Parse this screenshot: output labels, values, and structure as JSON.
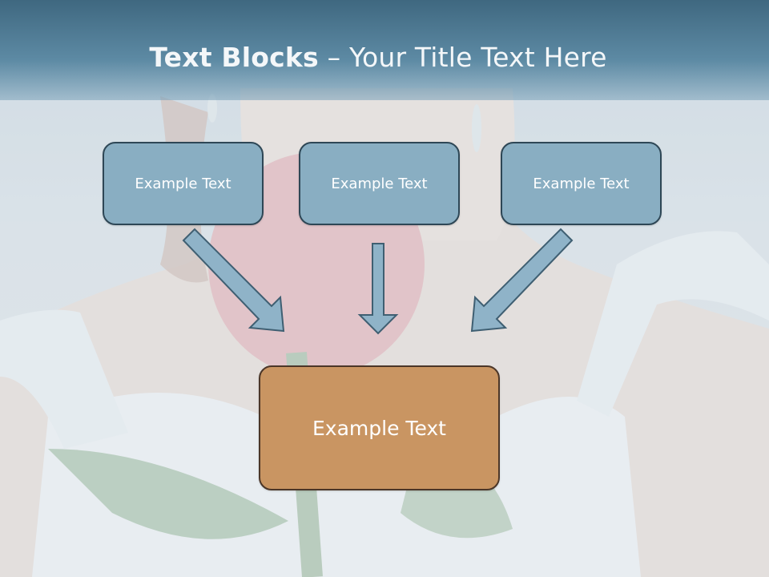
{
  "slide": {
    "title_bold": "Text Blocks",
    "title_rest": " – Your Title Text Here",
    "boxes": [
      {
        "label": "Example Text"
      },
      {
        "label": "Example Text"
      },
      {
        "label": "Example Text"
      }
    ],
    "main_box": {
      "label": "Example Text"
    }
  },
  "colors": {
    "header": "#4a7690",
    "box_fill": "#89aec2",
    "box_border": "#2e4756",
    "main_fill": "#c99562",
    "main_border": "#4b3628",
    "arrow_fill": "#8fb3c8"
  }
}
